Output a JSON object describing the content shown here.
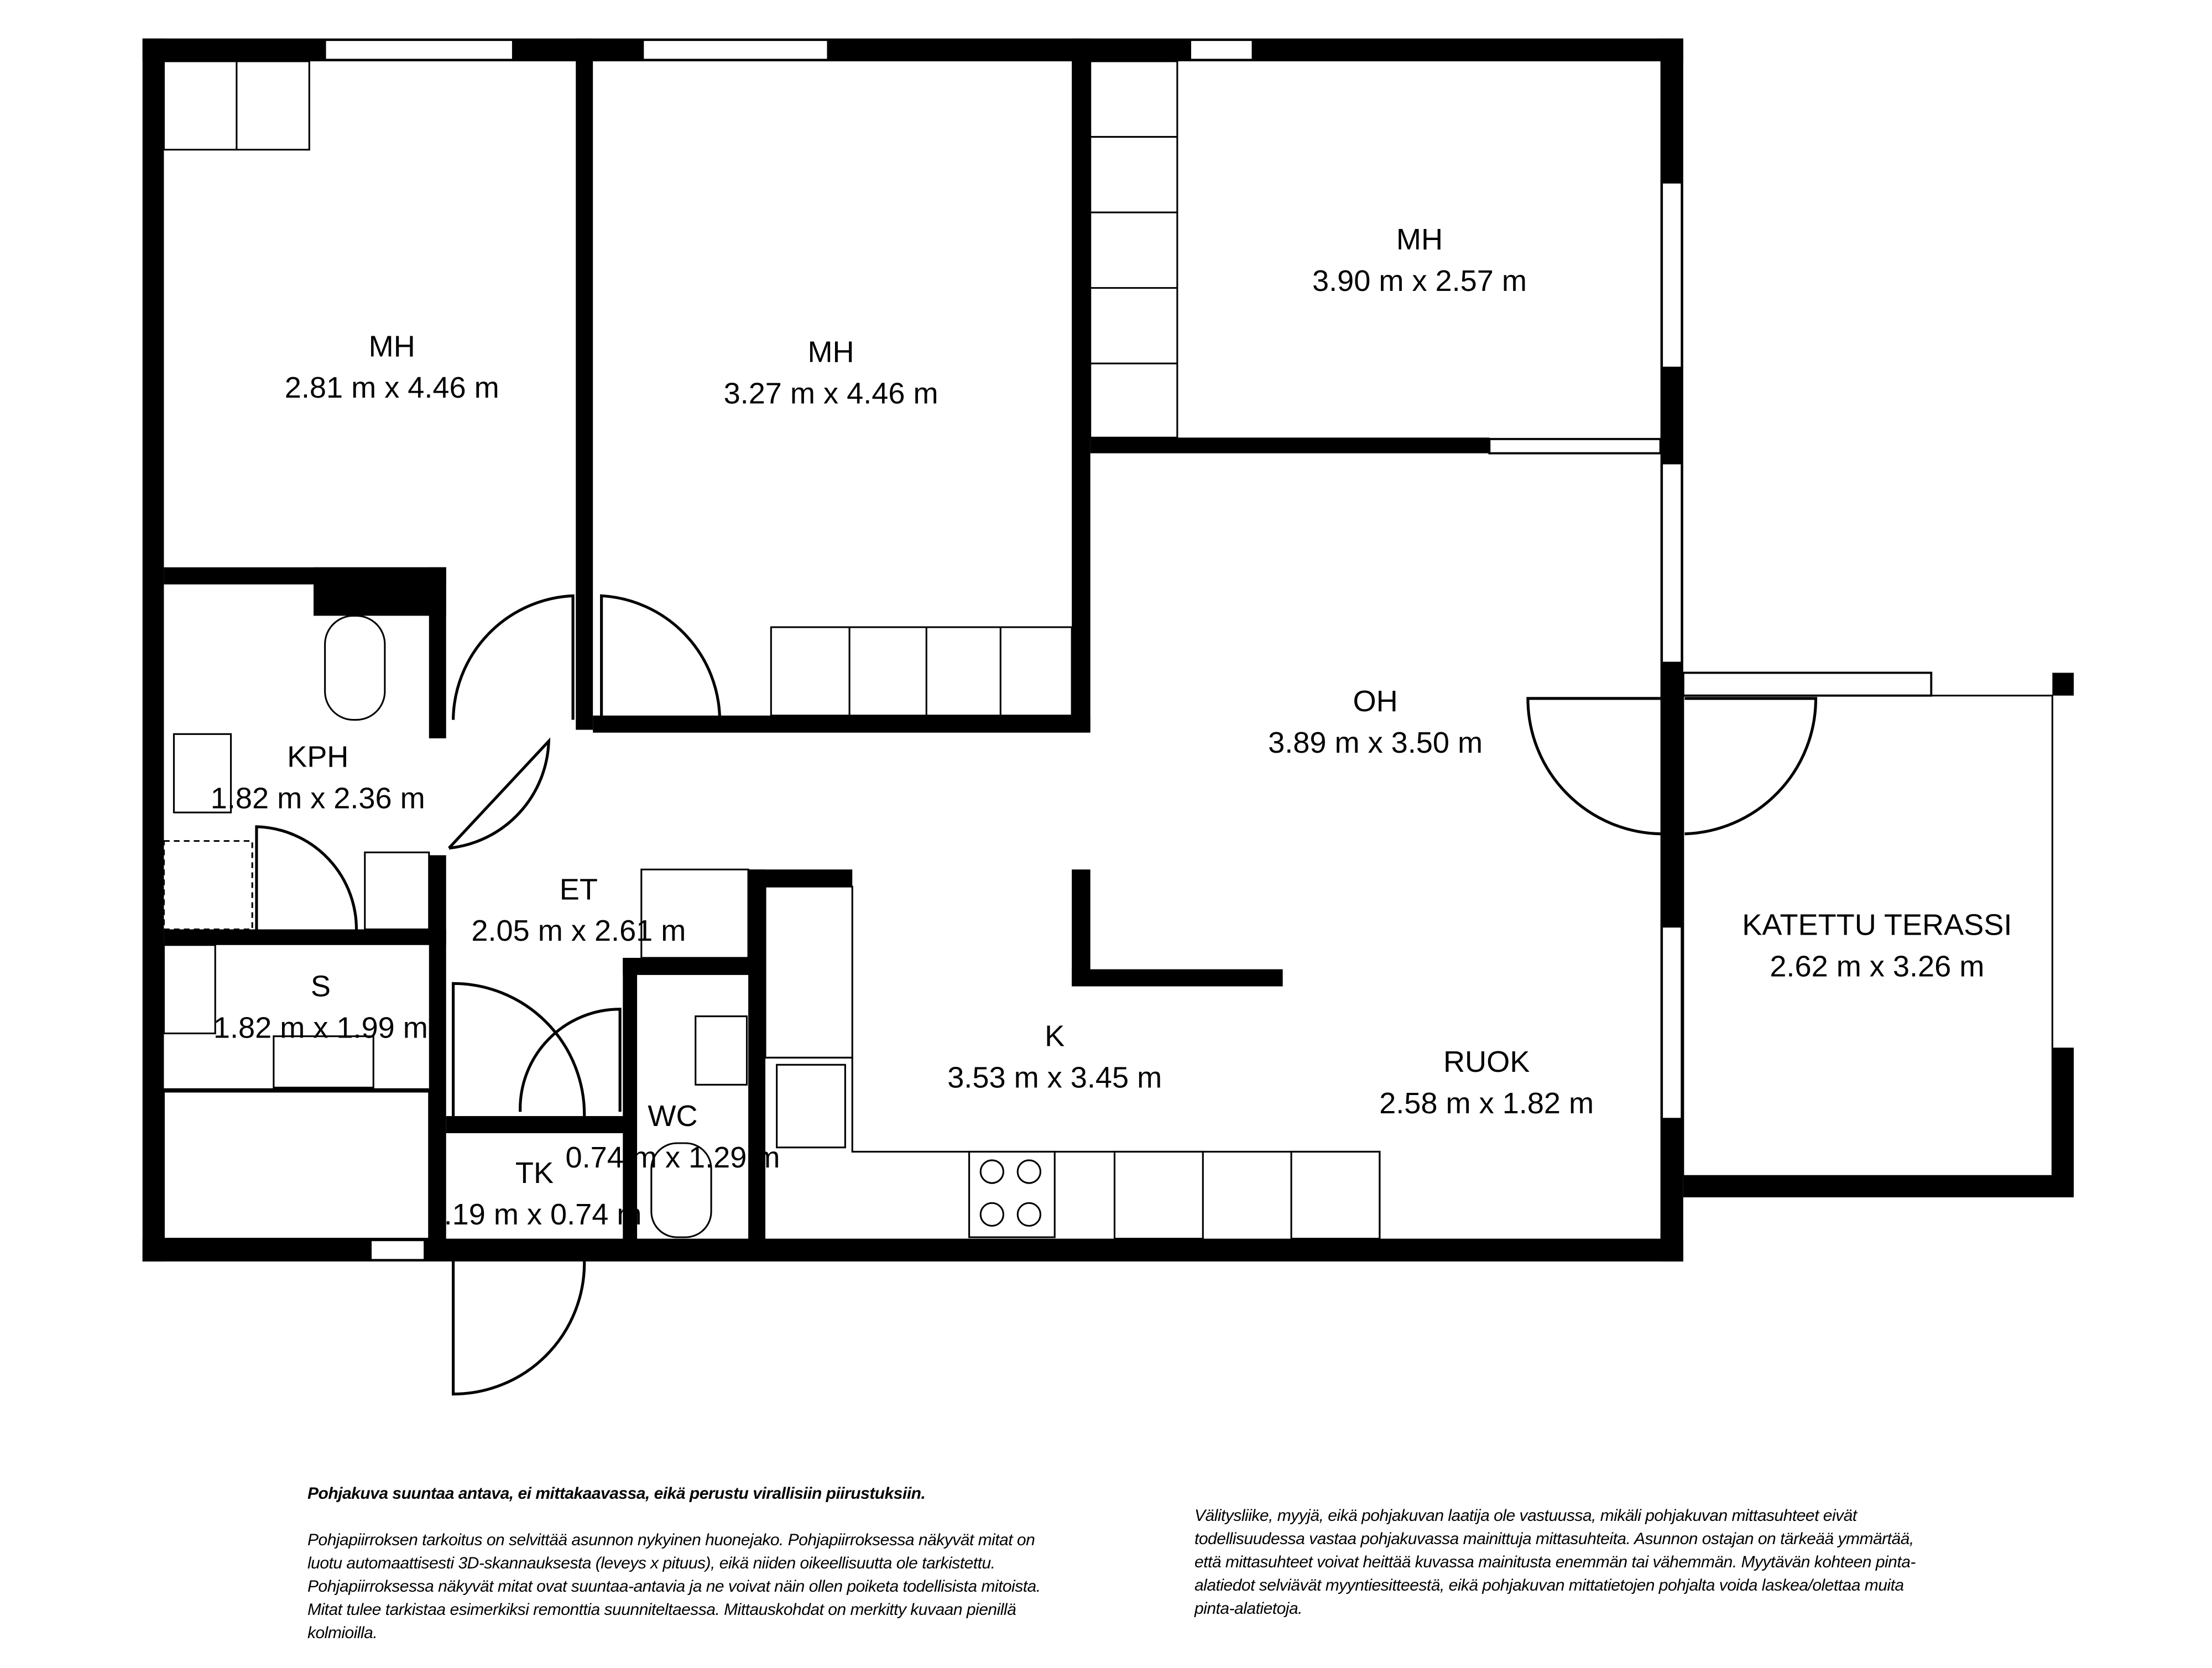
{
  "rooms": [
    {
      "name": "MH",
      "size": "2.81 m x 4.46 m"
    },
    {
      "name": "MH",
      "size": "3.27 m x 4.46 m"
    },
    {
      "name": "MH",
      "size": "3.90 m x 2.57 m"
    },
    {
      "name": "OH",
      "size": "3.89 m x 3.50 m"
    },
    {
      "name": "KPH",
      "size": "1.82 m x 2.36 m"
    },
    {
      "name": "ET",
      "size": "2.05 m x 2.61 m"
    },
    {
      "name": "S",
      "size": "1.82 m x 1.99 m"
    },
    {
      "name": "K",
      "size": "3.53 m x 3.45 m"
    },
    {
      "name": "RUOK",
      "size": "2.58 m x 1.82 m"
    },
    {
      "name": "WC",
      "size": "0.74 m x 1.29 m"
    },
    {
      "name": "TK",
      "size": "1.19 m x 0.74 m"
    },
    {
      "name": "KATETTU TERASSI",
      "size": "2.62 m x 3.26 m"
    }
  ],
  "disclaimer": {
    "heading": "Pohjakuva suuntaa antava, ei mittakaavassa, eikä perustu virallisiin piirustuksiin.",
    "left": "Pohjapiirroksen tarkoitus on selvittää asunnon nykyinen huonejako. Pohjapiirroksessa näkyvät mitat on luotu automaattisesti 3D-skannauksesta (leveys x pituus), eikä niiden oikeellisuutta ole tarkistettu. Pohjapiirroksessa näkyvät mitat ovat suuntaa-antavia ja ne voivat näin ollen poiketa todellisista mitoista. Mitat tulee tarkistaa esimerkiksi remonttia suunniteltaessa. Mittauskohdat on merkitty kuvaan pienillä kolmioilla.",
    "right": "Välitysliike, myyjä, eikä pohjakuvan laatija ole vastuussa, mikäli pohjakuvan mittasuhteet eivät todellisuudessa vastaa pohjakuvassa mainittuja mittasuhteita. Asunnon ostajan on tärkeää ymmärtää, että mittasuhteet voivat heittää kuvassa mainitusta enemmän tai vähemmän. Myytävän kohteen pinta-alatiedot selviävät myyntiesitteestä, eikä pohjakuvan mittatietojen pohjalta voida laskea/olettaa muita pinta-alatietoja."
  }
}
